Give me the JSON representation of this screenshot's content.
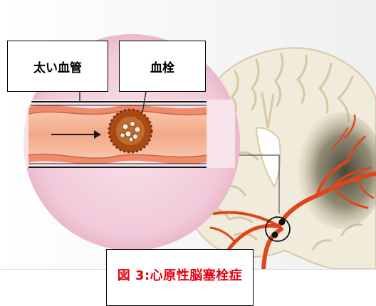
{
  "labels": {
    "vessel": "太い血管",
    "clot": "血栓"
  },
  "caption": "図 3:心原性脳塞栓症",
  "colors": {
    "artery": "#e0441a",
    "vessel_wall": "#f08a6a",
    "vessel_lumen": "#f6b79b",
    "clot": "#a84a16",
    "infarct": "#4a4a3a",
    "brain": "#f3eee0",
    "magnifier": "#f3d2df",
    "caption_text": "#e8000e"
  },
  "icons": {
    "flow_arrow": "arrow-right-icon"
  }
}
